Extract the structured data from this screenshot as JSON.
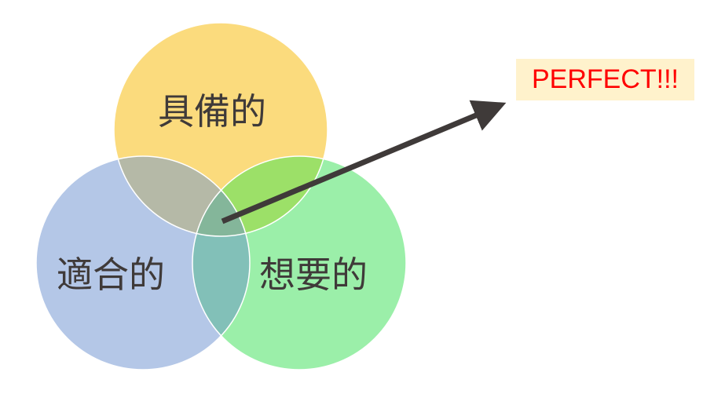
{
  "sets": [
    {
      "label": "具備的",
      "color": "#FBDB7D"
    },
    {
      "label": "適合的",
      "color": "#B4C7E7"
    },
    {
      "label": "想要的",
      "color": "#9BEFA9"
    }
  ],
  "overlaps": {
    "have_fit": "#B5B9A7",
    "have_want": "#9CE068",
    "fit_want": "#82C0B8",
    "all": "#84B69A"
  },
  "callout": {
    "text": "PERFECT!!!",
    "text_color": "#FF0000",
    "background": "#FFF2CC"
  },
  "arrow_color": "#3F3A39"
}
